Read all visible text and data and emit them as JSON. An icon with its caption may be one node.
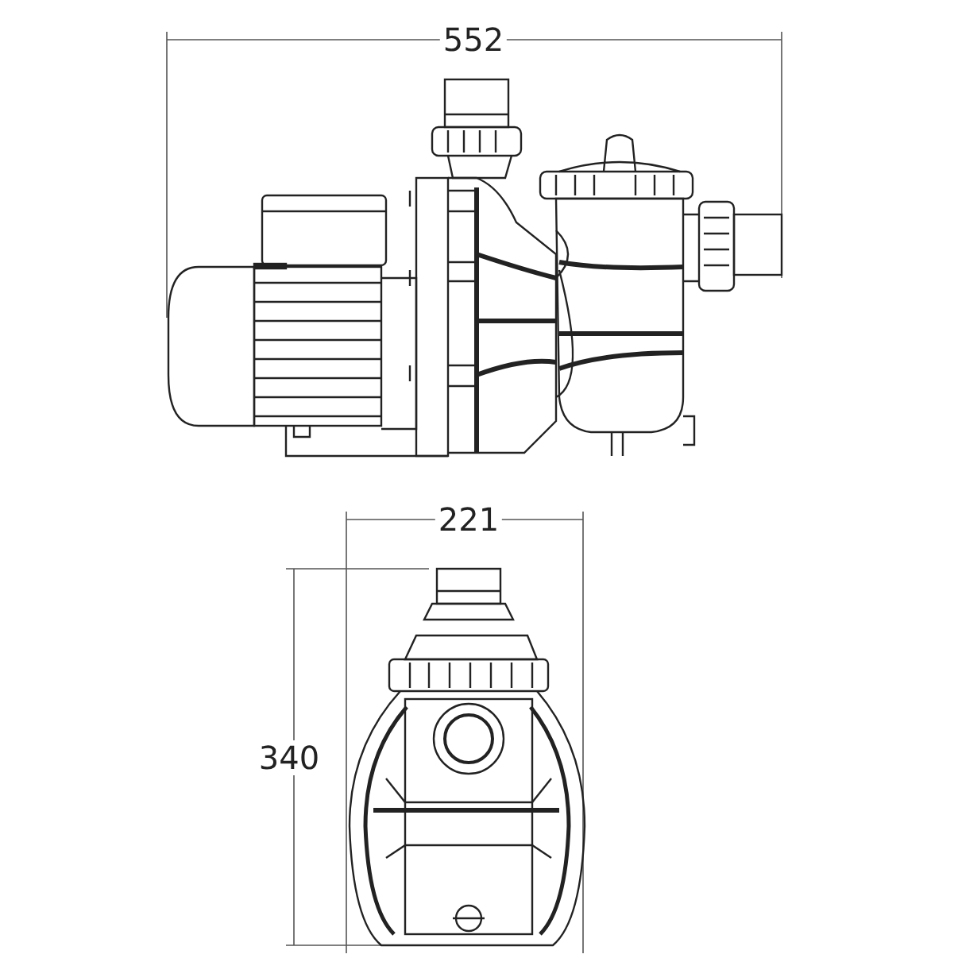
{
  "diagram": {
    "labels": [
      "552",
      "221",
      "340"
    ]
  }
}
